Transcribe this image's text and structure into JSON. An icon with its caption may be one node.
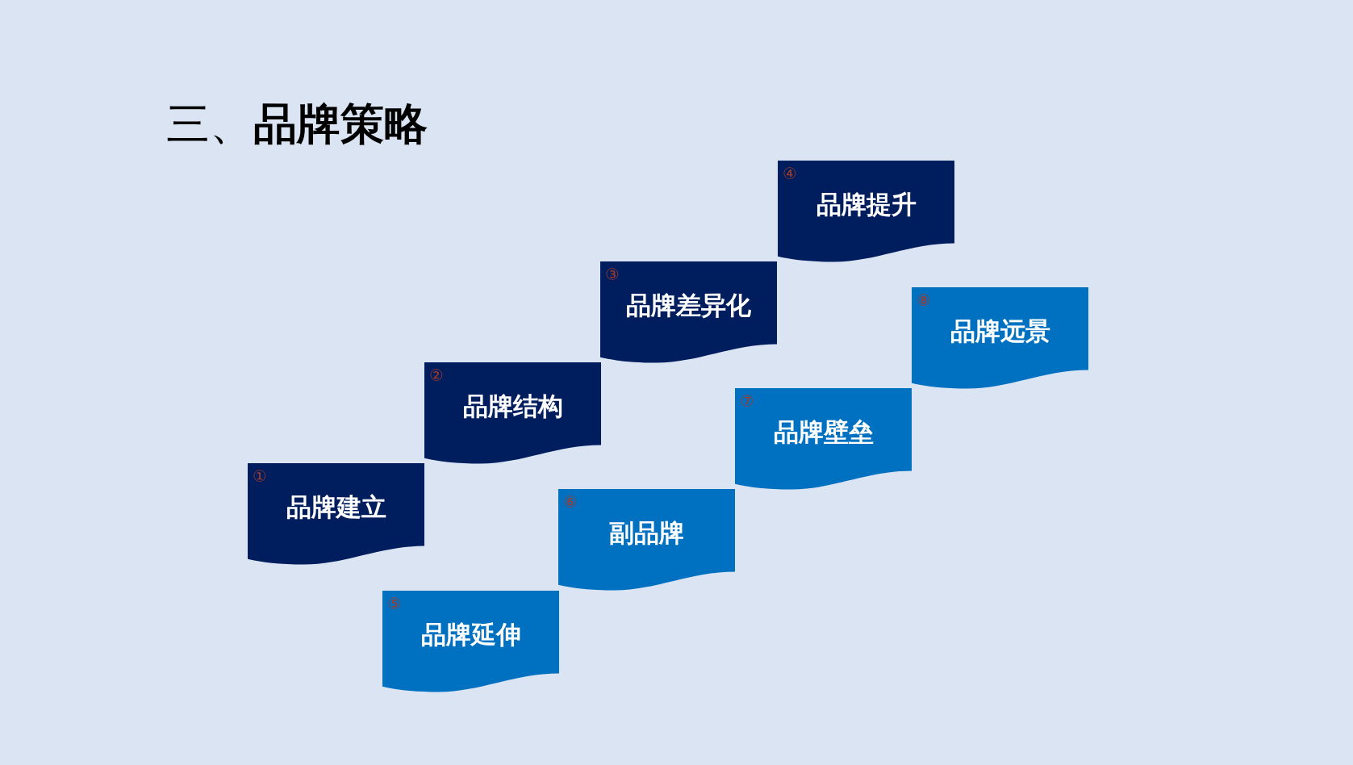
{
  "diagram": {
    "title": "三、**品牌策略**",
    "nodes": [
      {
        "text": [
          "①",
          "品牌建立"
        ]
      },
      {
        "text": [
          "②",
          "品牌结构"
        ]
      },
      {
        "text": [
          "③",
          "品牌差异化"
        ]
      },
      {
        "text": [
          "④",
          "品牌提升"
        ]
      },
      {
        "text": [
          "⑤",
          "品牌延伸"
        ]
      },
      {
        "text": [
          "⑥",
          "副品牌"
        ]
      },
      {
        "text": [
          "⑦",
          "品牌壁垒"
        ]
      },
      {
        "text": [
          "⑧",
          "品牌远景"
        ]
      }
    ]
  }
}
